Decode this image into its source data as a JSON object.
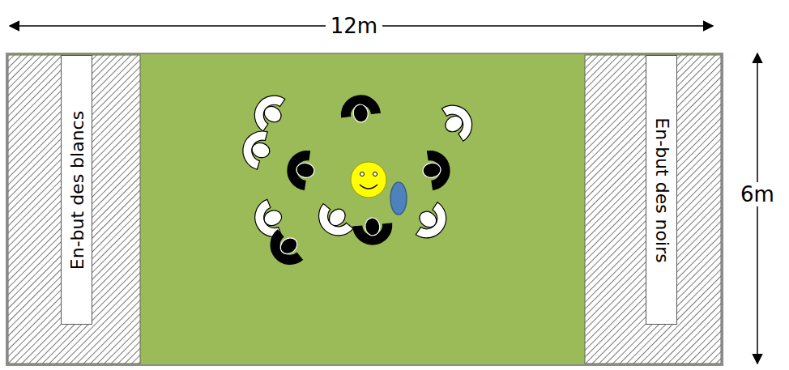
{
  "diagram": {
    "nodes": [
      {
        "text": [
          "En-but des blancs"
        ]
      },
      {
        "text": [
          "En-but des noirs"
        ]
      }
    ],
    "labels": [
      "12m",
      "6m"
    ]
  }
}
